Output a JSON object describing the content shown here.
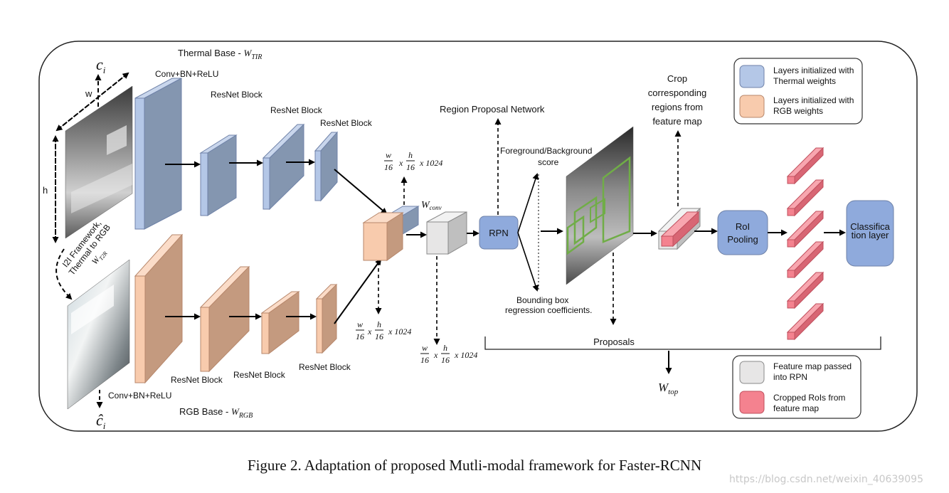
{
  "thermal_base_title": "Thermal Base - ",
  "thermal_base_weight": "W",
  "thermal_base_sub": "TIR",
  "rgb_base_title": "RGB Base - ",
  "rgb_base_weight": "W",
  "rgb_base_sub": "RGB",
  "ci": "c",
  "ci_sub": "i",
  "ci_hat": "ĉ",
  "ci_hat_sub": "i",
  "dim_w": "w",
  "dim_h": "h",
  "i2i": {
    "line1": "I2I Framework,",
    "line2": "Thermal to RGB",
    "weight": "W",
    "sub": "T2R"
  },
  "thermal_blocks": [
    "Conv+BN+ReLU",
    "ResNet Block",
    "ResNet Block",
    "ResNet Block"
  ],
  "rgb_blocks": [
    "Conv+BN+ReLU",
    "ResNet Block",
    "ResNet Block",
    "ResNet Block"
  ],
  "feature_dim": {
    "w": "w",
    "over": "16",
    "x": "x",
    "h": "h",
    "tail": "x 1024"
  },
  "wconv": {
    "w": "W",
    "sub": "conv"
  },
  "region_proposal_network": "Region Proposal Network",
  "rpn": "RPN",
  "fg_bg": {
    "line1": "Foreground/Background",
    "line2": "score"
  },
  "bbox_reg": {
    "line1": "Bounding box",
    "line2": "regression coefficients."
  },
  "crop": [
    "Crop",
    "corresponding",
    "regions from",
    "feature map"
  ],
  "roi_pooling": [
    "RoI",
    "Pooling"
  ],
  "classification": [
    "Classifica",
    "tion layer"
  ],
  "proposals": "Proposals",
  "wtop": {
    "w": "W",
    "sub": "top"
  },
  "legend_top": [
    {
      "color": "#b4c7e7",
      "line1": "Layers initialized with",
      "line2": "Thermal weights"
    },
    {
      "color": "#f8cbad",
      "line1": "Layers initialized with",
      "line2": "RGB weights"
    }
  ],
  "legend_bottom": [
    {
      "color": "#e7e6e6",
      "line1": "Feature map passed",
      "line2": "into RPN"
    },
    {
      "color": "#f4828f",
      "line1": "Cropped RoIs from",
      "line2": "feature map"
    }
  ],
  "caption": "Figure 2. Adaptation of proposed Mutli-modal framework for Faster-RCNN",
  "watermark": "https://blog.csdn.net/weixin_40639095",
  "colors": {
    "thermal": "#b4c7e7",
    "thermal_side": "#8496b0",
    "rgb": "#f8cbad",
    "rgb_side": "#c49a7f",
    "feature": "#e7e6e6",
    "roi": "#f4828f",
    "rpn": "#8faadc"
  }
}
